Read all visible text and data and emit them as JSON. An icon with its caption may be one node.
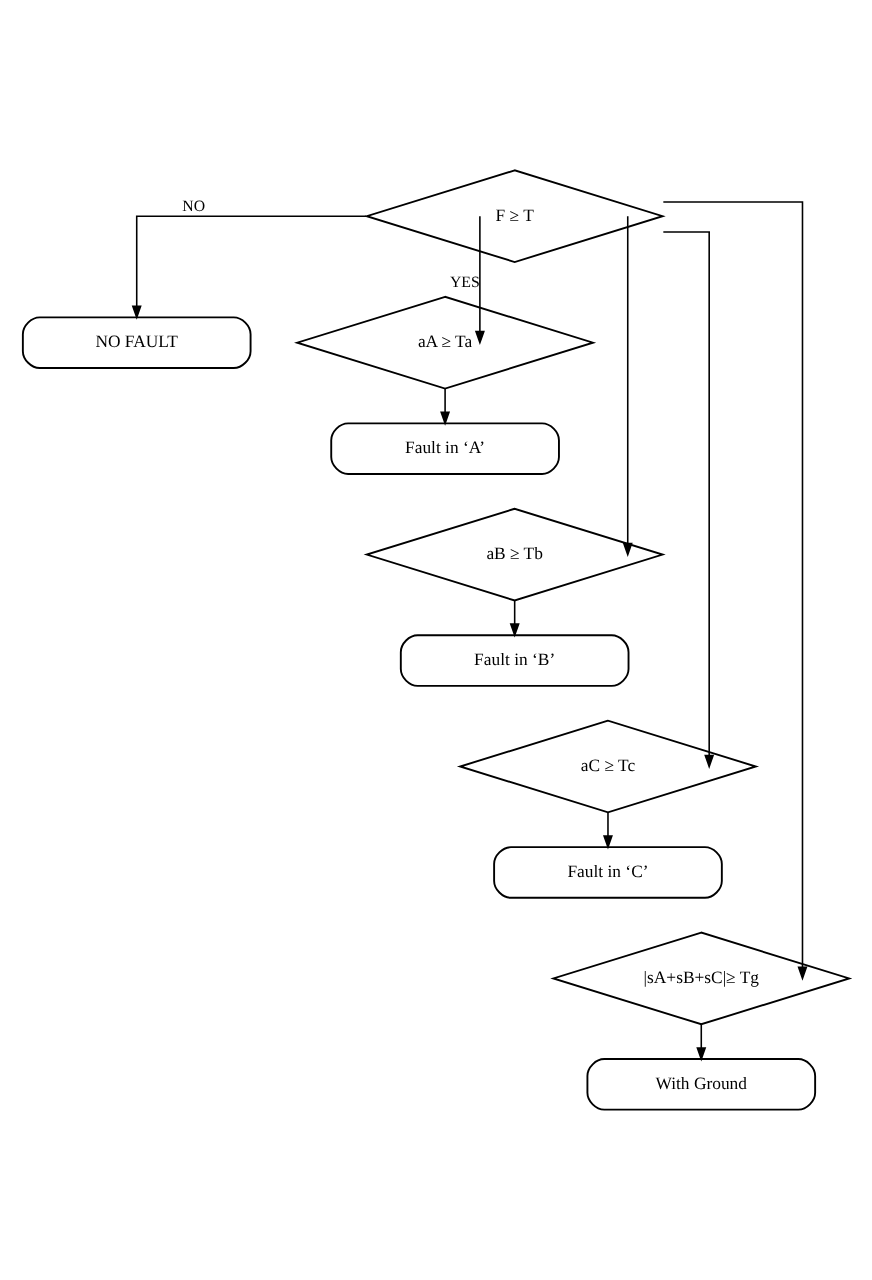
{
  "diagram": {
    "nodes": [
      {
        "text": [
          "F ≥ T"
        ]
      },
      {
        "text": [
          "NO FAULT"
        ]
      },
      {
        "text": [
          "aA ≥ Ta"
        ]
      },
      {
        "text": [
          "Fault in ‘A’"
        ]
      },
      {
        "text": [
          "aB ≥ Tb"
        ]
      },
      {
        "text": [
          "Fault in ‘B’"
        ]
      },
      {
        "text": [
          "aC ≥ Tc"
        ]
      },
      {
        "text": [
          "Fault in ‘C’"
        ]
      },
      {
        "text": [
          "|sA+sB+sC|≥ Tg"
        ]
      },
      {
        "text": [
          "With Ground"
        ]
      }
    ],
    "edges": [
      {
        "from": 0,
        "to": 1,
        "arrow": "to",
        "label": "NO"
      },
      {
        "from": 0,
        "to": 2,
        "arrow": "to",
        "label": "YES"
      },
      {
        "from": 0,
        "to": 4,
        "arrow": "to"
      },
      {
        "from": 0,
        "to": 6,
        "arrow": "to"
      },
      {
        "from": 0,
        "to": 8,
        "arrow": "to"
      },
      {
        "from": 2,
        "to": 3,
        "arrow": "to"
      },
      {
        "from": 4,
        "to": 5,
        "arrow": "to"
      },
      {
        "from": 6,
        "to": 7,
        "arrow": "to"
      },
      {
        "from": 8,
        "to": 9,
        "arrow": "to"
      }
    ]
  }
}
